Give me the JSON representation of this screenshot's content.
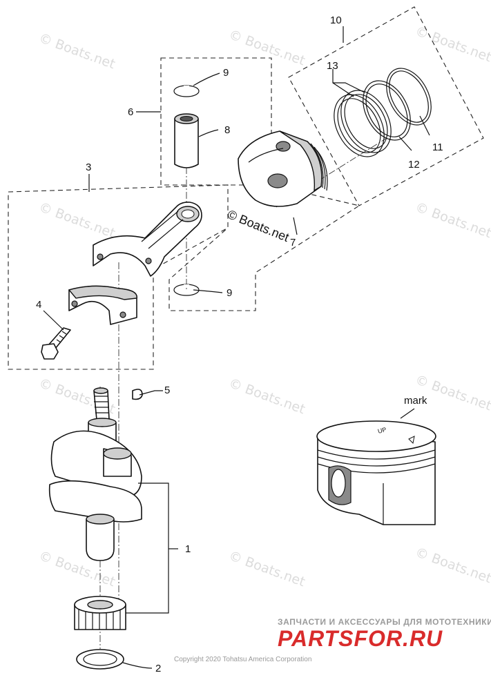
{
  "watermark_text": "© Boats.net",
  "center_watermark": "© Boats.net",
  "callouts": [
    "1",
    "2",
    "3",
    "4",
    "5",
    "6",
    "7",
    "8",
    "9",
    "9",
    "10",
    "11",
    "12",
    "13"
  ],
  "mark_label": "mark",
  "copyright": "Copyright 2020 Tohatsu America Corporation",
  "brand": {
    "tagline": "ЗАПЧАСТИ И АКСЕССУАРЫ ДЛЯ МОТОТЕХНИКИ",
    "name": "PARTSFOR.RU"
  },
  "colors": {
    "brand_red": "#d92b2b",
    "watermark_gray": "#dcdcdc"
  }
}
